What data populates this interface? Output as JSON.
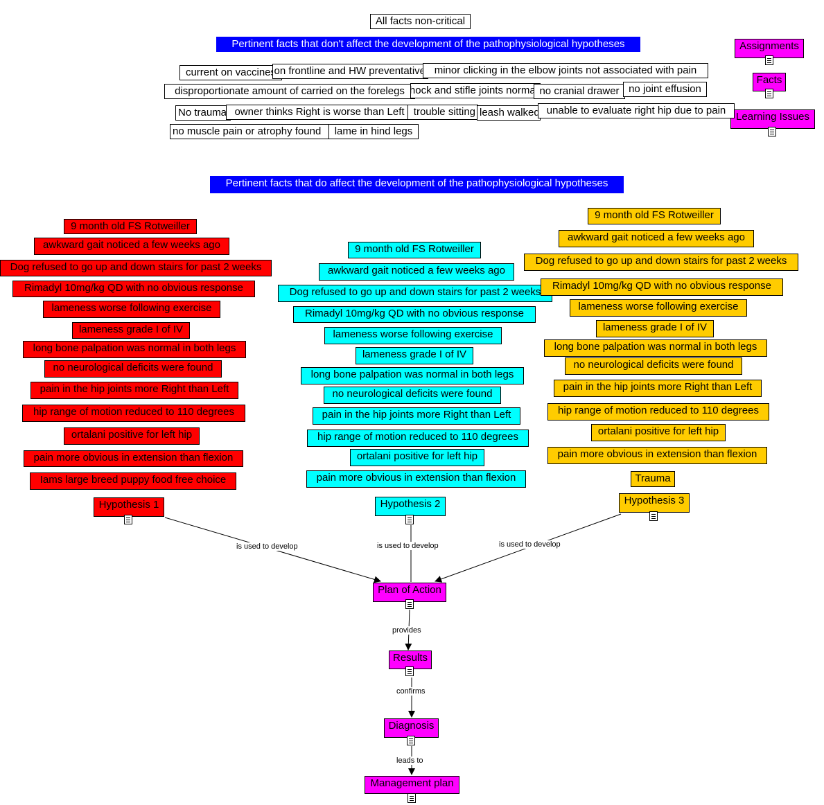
{
  "header_nodes": {
    "all_facts": "All facts non-critical",
    "not_affect": "Pertinent facts that don't affect the development of the pathophysiological hypotheses",
    "do_affect": "Pertinent facts that do affect the development of the pathophysiological hypotheses"
  },
  "sidebar": {
    "assignments": "Assignments",
    "facts": "Facts",
    "learning_issues": "Learning Issues"
  },
  "noncritical_facts": [
    "current on vaccines",
    "on frontline and HW preventative",
    "minor clicking in the elbow joints not associated with pain",
    "disproportionate amount of carried on the forelegs",
    "hock and stifle joints normal",
    "no cranial drawer",
    "no joint effusion",
    "No trauma",
    "owner thinks Right is worse than Left",
    "trouble sitting",
    "leash walked",
    "unable to evaluate right hip due to pain",
    "no muscle pain or atrophy found",
    "lame in hind legs"
  ],
  "hypothesis1": {
    "facts": [
      "9 month old FS Rotweiller",
      "awkward gait noticed a few weeks ago",
      "Dog refused to go up and down stairs for past 2 weeks",
      "Rimadyl 10mg/kg QD with no obvious response",
      "lameness worse following exercise",
      "lameness grade I of IV",
      "long bone palpation was normal in both legs",
      "no neurological deficits were found",
      "pain in the hip joints more Right than Left",
      "hip range of motion reduced to 110 degrees",
      "ortalani positive for left hip",
      "pain more obvious in extension than flexion",
      "Iams large breed puppy food free choice"
    ],
    "label": "Hypothesis 1"
  },
  "hypothesis2": {
    "facts": [
      "9 month old FS Rotweiller",
      "awkward gait noticed a few weeks ago",
      "Dog refused to go up and down stairs for past 2 weeks",
      "Rimadyl 10mg/kg QD with no obvious response",
      "lameness worse following exercise",
      "lameness grade I of IV",
      "long bone palpation was normal in both legs",
      "no neurological deficits were found",
      "pain in the hip joints more Right than Left",
      "hip range of motion reduced to 110 degrees",
      "ortalani positive for left hip",
      "pain more obvious in extension than flexion"
    ],
    "label": "Hypothesis 2"
  },
  "hypothesis3": {
    "facts": [
      "9 month old FS Rotweiller",
      "awkward gait noticed a few weeks ago",
      "Dog refused to go up and down stairs for past 2 weeks",
      "Rimadyl 10mg/kg QD with no obvious response",
      "lameness worse following exercise",
      "lameness grade I of IV",
      "long bone palpation was normal in both legs",
      "no neurological deficits were found",
      "pain in the hip joints more Right than Left",
      "hip range of motion reduced to 110 degrees",
      "ortalani positive for left hip",
      "pain more obvious in extension than flexion",
      "Trauma"
    ],
    "label": "Hypothesis 3"
  },
  "flow": {
    "plan": "Plan of Action",
    "results": "Results",
    "diagnosis": "Diagnosis",
    "management": "Management plan"
  },
  "link_labels": {
    "used1": "is used to develop",
    "used2": "is used to develop",
    "used3": "is used to develop",
    "provides": "provides",
    "confirms": "confirms",
    "leads_to": "leads to"
  }
}
